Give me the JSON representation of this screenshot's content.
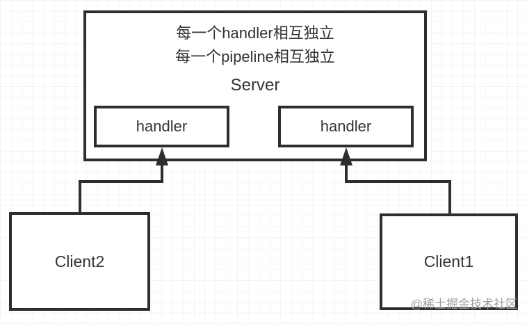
{
  "diagram": {
    "colors": {
      "stroke": "#2e2e2e",
      "text": "#333333",
      "grid": "#eaeaef",
      "background": "#ffffff",
      "watermark": "#9d9d9d"
    },
    "server": {
      "note_line1": "每一个handler相互独立",
      "note_line2": "每一个pipeline相互独立",
      "title": "Server",
      "handlers": [
        {
          "label": "handler"
        },
        {
          "label": "handler"
        }
      ]
    },
    "clients": [
      {
        "label": "Client2"
      },
      {
        "label": "Client1"
      }
    ],
    "connections": [
      {
        "from": "Client2",
        "to": "handler-left"
      },
      {
        "from": "Client1",
        "to": "handler-right"
      }
    ],
    "watermark": {
      "text": "@稀土掘金技术社区"
    }
  }
}
